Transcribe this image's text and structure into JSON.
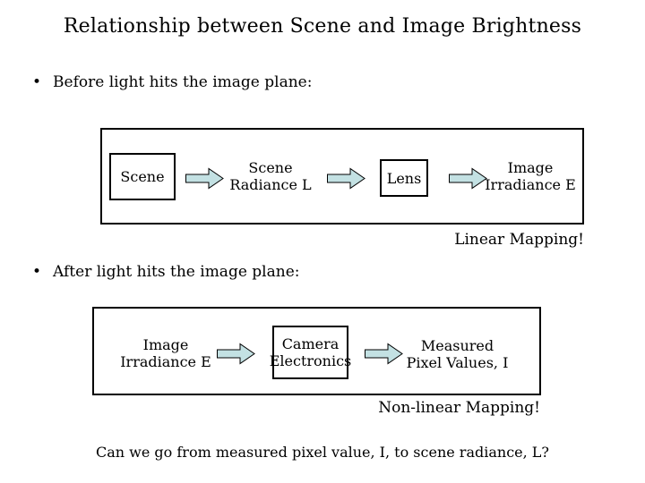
{
  "title": "Relationship between Scene and Image Brightness",
  "bullets": {
    "glyph": "•",
    "before": "Before light hits the image plane:",
    "after": "After light hits the image plane:"
  },
  "diagram_before": {
    "scene": "Scene",
    "radiance": {
      "line1": "Scene",
      "line2": "Radiance L"
    },
    "lens": "Lens",
    "irradiance": {
      "line1": "Image",
      "line2": "Irradiance E"
    },
    "caption": "Linear Mapping!"
  },
  "diagram_after": {
    "irradiance": {
      "line1": "Image",
      "line2": "Irradiance E"
    },
    "camera": {
      "line1": "Camera",
      "line2": "Electronics"
    },
    "measured": {
      "line1": "Measured",
      "line2": "Pixel Values, I"
    },
    "caption": "Non-linear Mapping!"
  },
  "question": "Can we go from measured pixel value, I, to scene radiance, L?",
  "colors": {
    "background": "#ffffff",
    "text": "#000000",
    "box_border": "#000000",
    "arrow_fill": "#c3e1e3",
    "arrow_stroke": "#000000"
  }
}
